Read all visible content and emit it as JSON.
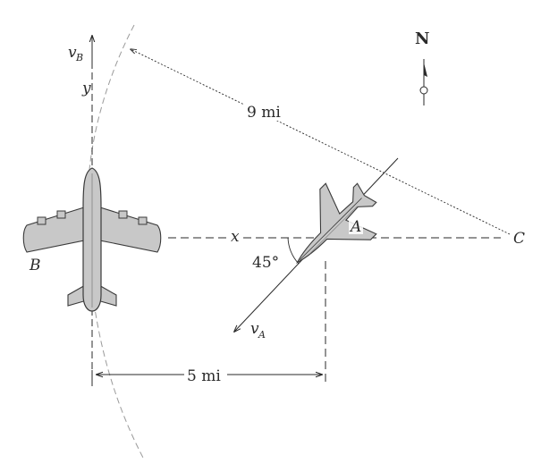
{
  "labels": {
    "north": "N",
    "vB": "v",
    "vB_sub": "B",
    "y": "y",
    "x": "x",
    "dist_9": "9 mi",
    "dist_5": "5 mi",
    "plane_B": "B",
    "plane_A": "A",
    "point_C": "C",
    "angle": "45°",
    "vA": "v",
    "vA_sub": "A"
  },
  "colors": {
    "ink": "#2a2a2a",
    "plane_fill": "#c8c8c8",
    "plane_edge": "#3a3a3a",
    "path": "#8a8a8a"
  }
}
